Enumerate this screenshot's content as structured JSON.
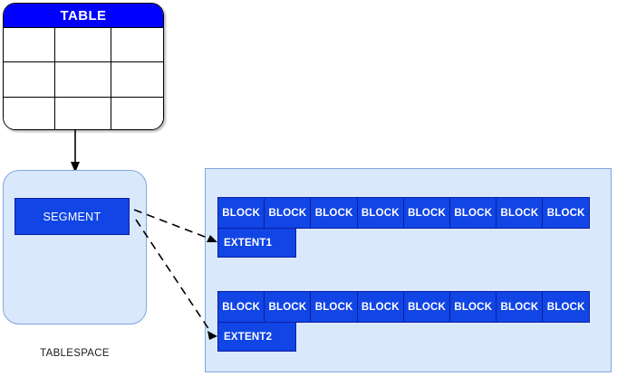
{
  "diagram": {
    "title_box": {
      "label": "TABLE",
      "header_color": "#0000FF",
      "rows": 3,
      "cols": 3,
      "cells": [
        [
          "",
          "",
          ""
        ],
        [
          "",
          "",
          ""
        ],
        [
          "",
          "",
          ""
        ]
      ]
    },
    "tablespace": {
      "label": "TABLESPACE",
      "fill_color": "#DAE8FC",
      "border_color": "#7EA6E0",
      "segment": {
        "label": "SEGMENT",
        "fill_color": "#1145E5"
      }
    },
    "blocks_panel": {
      "fill_color": "#DAE8FC",
      "border_color": "#7EA6E0",
      "extents": [
        {
          "label": "EXTENT1",
          "blocks": [
            "BLOCK",
            "BLOCK",
            "BLOCK",
            "BLOCK",
            "BLOCK",
            "BLOCK",
            "BLOCK",
            "BLOCK"
          ]
        },
        {
          "label": "EXTENT2",
          "blocks": [
            "BLOCK",
            "BLOCK",
            "BLOCK",
            "BLOCK",
            "BLOCK",
            "BLOCK",
            "BLOCK",
            "BLOCK"
          ]
        }
      ]
    },
    "connectors": {
      "table_to_segment": "solid-arrow-down",
      "segment_to_extent1": "dashed-arrow",
      "segment_to_extent2": "dashed-arrow"
    }
  }
}
